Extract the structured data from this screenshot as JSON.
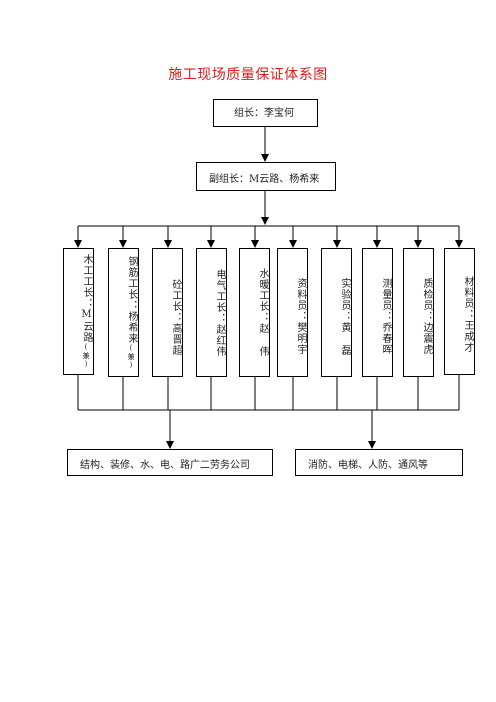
{
  "title": "施工现场质量保证体系图",
  "leader": "组长：李宝何",
  "deputy": "副组长：M云路、杨希来",
  "roles": [
    {
      "title": "木工工长",
      "sep": "：",
      "name": "M云路",
      "note": "(兼)"
    },
    {
      "title": "钢筋工长",
      "sep": "：",
      "name": "杨希来",
      "note": "(兼)"
    },
    {
      "title": "砼工长",
      "sep": "：",
      "name": "高晋超",
      "note": ""
    },
    {
      "title": "电气工长",
      "sep": "：",
      "name": "赵红伟",
      "note": ""
    },
    {
      "title": "水暖工长",
      "sep": "：",
      "name": "赵 伟",
      "note": ""
    },
    {
      "title": "资料员",
      "sep": "：",
      "name": "樊明宇",
      "note": ""
    },
    {
      "title": "实验员",
      "sep": "：",
      "name": "黄 磊",
      "note": ""
    },
    {
      "title": "测量员",
      "sep": "：",
      "name": "乔春晖",
      "note": ""
    },
    {
      "title": "质检员",
      "sep": "：",
      "name": "边震虎",
      "note": ""
    },
    {
      "title": "材料员",
      "sep": "：",
      "name": "王成才",
      "note": ""
    }
  ],
  "bottom_left": "结构、装修、水、电、路广二劳务公司",
  "bottom_right": "消防、电梯、人防、通风等"
}
